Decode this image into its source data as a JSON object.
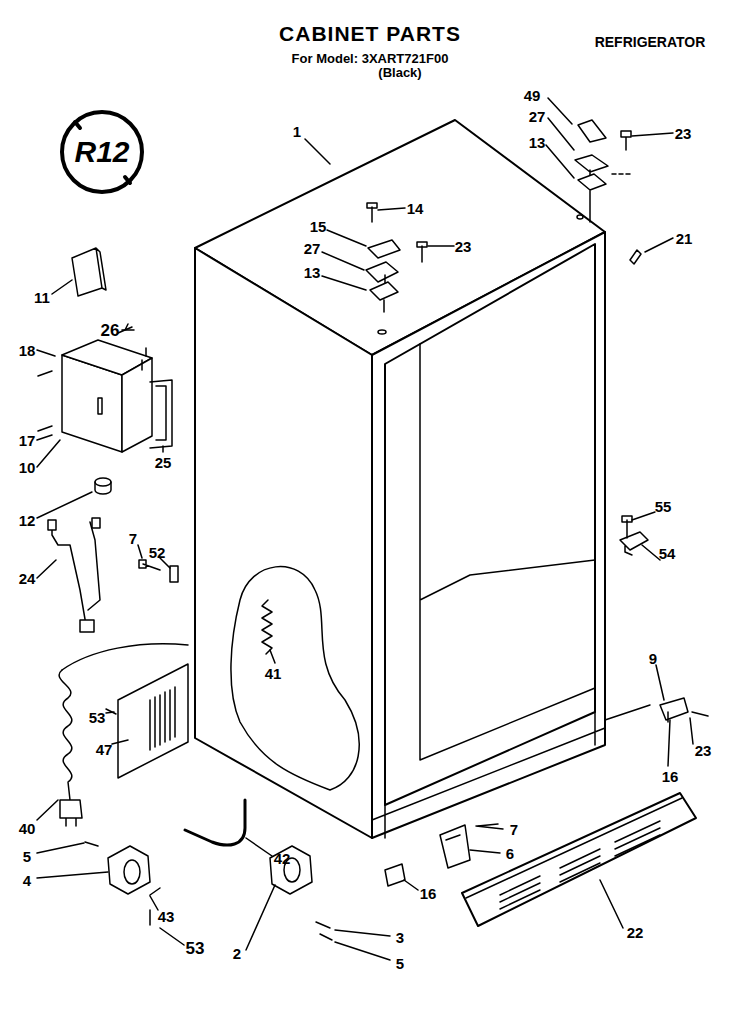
{
  "diagram": {
    "title": "CABINET PARTS",
    "labels": [
      "For Model: 3XART721F00",
      "(Black)",
      "REFRIGERATOR",
      "R12",
      "1",
      "49",
      "27",
      "13",
      "23",
      "14",
      "15",
      "27",
      "23",
      "13",
      "21",
      "11",
      "26",
      "18",
      "17",
      "10",
      "25",
      "12",
      "7",
      "52",
      "24",
      "55",
      "54",
      "41",
      "9",
      "16",
      "23",
      "53",
      "47",
      "40",
      "5",
      "4",
      "42",
      "7",
      "6",
      "16",
      "43",
      "53",
      "3",
      "5",
      "2",
      "22"
    ]
  }
}
